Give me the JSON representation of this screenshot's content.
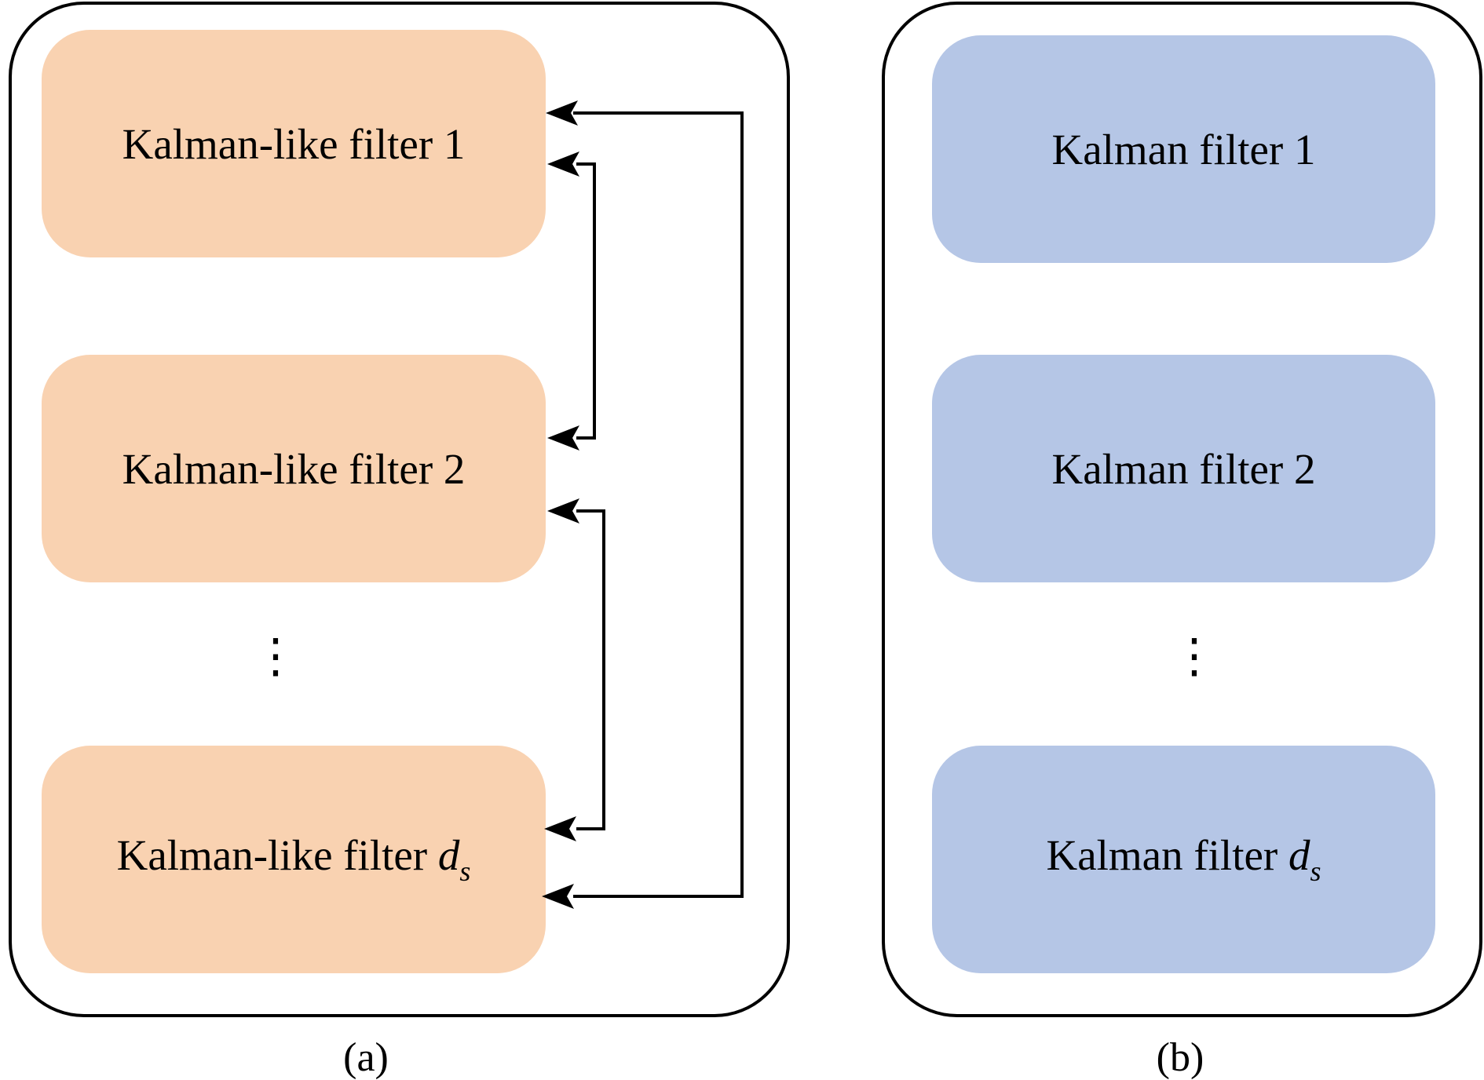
{
  "panel_a": {
    "filters": [
      {
        "label": "Kalman-like filter 1",
        "symbol": "",
        "subscript": ""
      },
      {
        "label": "Kalman-like filter 2",
        "symbol": "",
        "subscript": ""
      },
      {
        "label": "Kalman-like filter ",
        "symbol": "d",
        "subscript": "s"
      }
    ],
    "ellipsis": "⋮",
    "caption": "(a)",
    "fill_color": "#f9d2b1"
  },
  "panel_b": {
    "filters": [
      {
        "label": "Kalman filter 1",
        "symbol": "",
        "subscript": ""
      },
      {
        "label": "Kalman filter 2",
        "symbol": "",
        "subscript": ""
      },
      {
        "label": "Kalman filter ",
        "symbol": "d",
        "subscript": "s"
      }
    ],
    "ellipsis": "⋮",
    "caption": "(b)",
    "fill_color": "#b5c6e6"
  },
  "connections": [
    {
      "from": "Kalman-like filter 1",
      "to": "Kalman-like filter 2",
      "bidirectional": true
    },
    {
      "from": "Kalman-like filter 2",
      "to": "Kalman-like filter d_s",
      "bidirectional": true
    },
    {
      "from": "Kalman-like filter 1",
      "to": "Kalman-like filter d_s",
      "bidirectional": true
    }
  ]
}
